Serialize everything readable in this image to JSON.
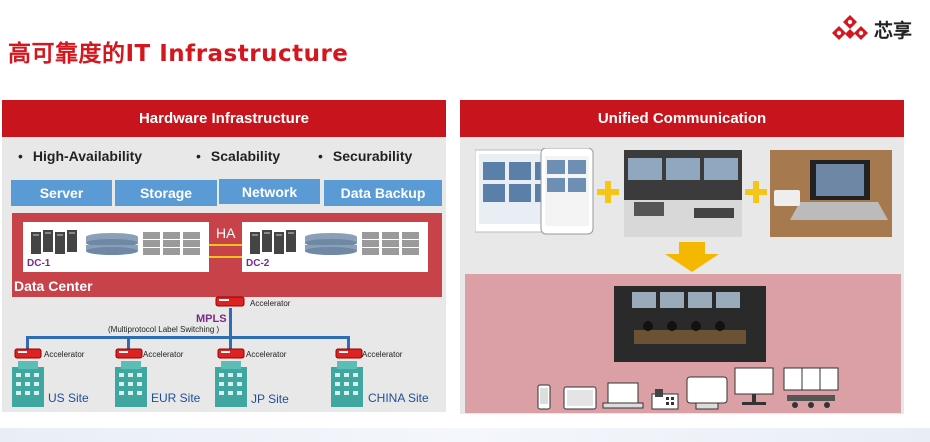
{
  "title": "高可靠度的IT Infrastructure",
  "logo": {
    "text": "芯享",
    "icon": "xinxiang-logo-icon",
    "color": "#d5161e"
  },
  "left_panel": {
    "header": "Hardware Infrastructure",
    "bullets": [
      "High-Availability",
      "Scalability",
      "Securability"
    ],
    "categories": [
      "Server",
      "Storage",
      "Network",
      "Data Backup"
    ],
    "data_center": {
      "title": "Data Center",
      "dc1": "DC-1",
      "dc2": "DC-2",
      "ha": "HA"
    },
    "mpls": "MPLS",
    "mpls_sub": "(Multiprotocol Label Switching )",
    "accelerator": "Accelerator",
    "sites": [
      "US Site",
      "EUR Site",
      "JP Site",
      "CHINA Site"
    ]
  },
  "right_panel": {
    "header": "Unified Communication",
    "images": [
      "video-conference-app-image",
      "meeting-room-image",
      "laptop-video-call-image",
      "conference-room-image"
    ]
  },
  "colors": {
    "header_red": "#c8141c",
    "category_blue": "#5b9bd5",
    "data_center_red": "#c8424a",
    "network_blue": "#2e6db4",
    "arrow_yellow": "#f5c518",
    "pink_box": "#dba0a6"
  }
}
